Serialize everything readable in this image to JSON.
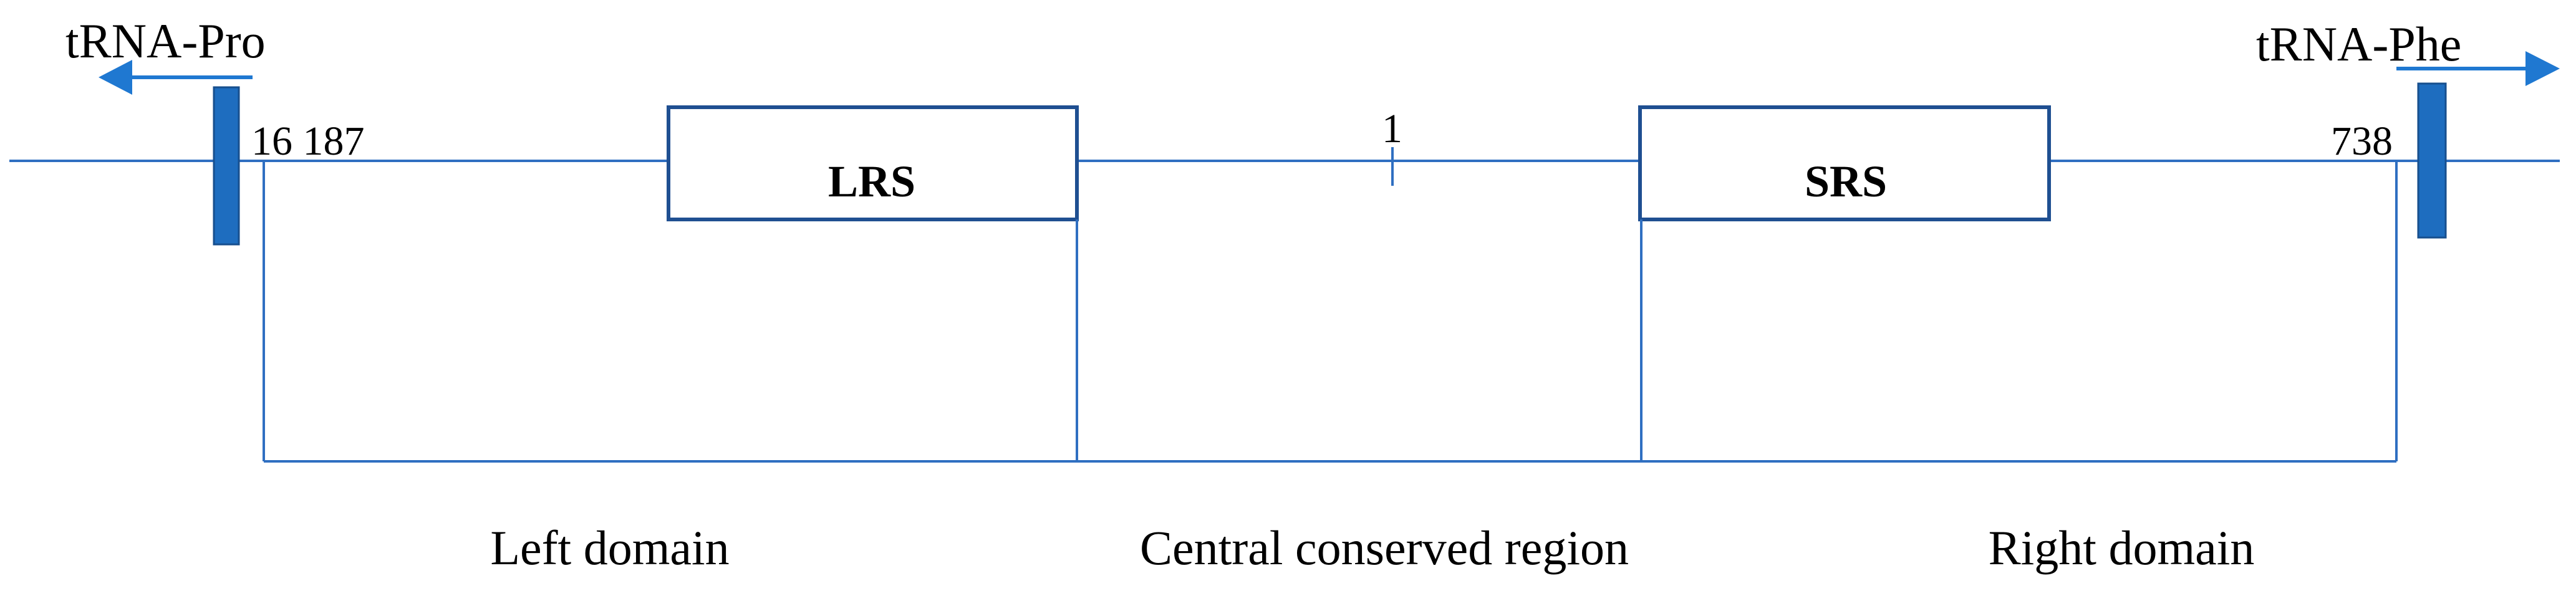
{
  "genes": {
    "left": "tRNA-Pro",
    "right": "tRNA-Phe"
  },
  "positions": {
    "start": "16 187",
    "origin": "1",
    "end": "738"
  },
  "boxes": {
    "lrs": "LRS",
    "srs": "SRS"
  },
  "domains": {
    "left": "Left domain",
    "central": "Central conserved region",
    "right": "Right domain"
  },
  "colors": {
    "line": "#2f6fc1",
    "gene_block": "#1e6dbf",
    "arrow": "#1f78d1"
  }
}
